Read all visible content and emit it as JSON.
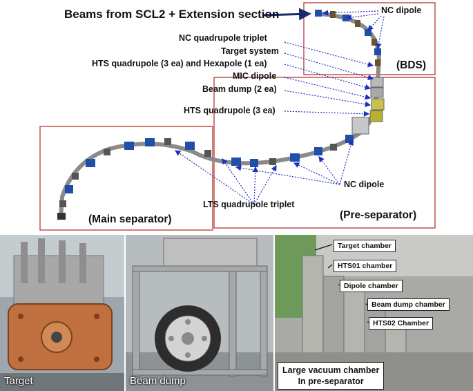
{
  "layout_labels": {
    "beams_from": "Beams from SCL2 + Extension section",
    "nc_dipole_top": "NC dipole",
    "nc_quad_triplet": "NC quadrupole triplet",
    "target_system": "Target system",
    "hts_quad_hexapole": "HTS quadrupole (3 ea) and Hexapole (1 ea)",
    "mic_dipole": "MIC dipole",
    "beam_dump_2": "Beam dump (2 ea)",
    "hts_quad_3": "HTS quadrupole (3 ea)",
    "nc_dipole_bottom": "NC dipole",
    "lts_quad_triplet": "LTS quadrupole triplet"
  },
  "sections": {
    "bds": "(BDS)",
    "main_separator": "(Main separator)",
    "pre_separator": "(Pre-separator)"
  },
  "photos": {
    "target": {
      "caption": "Target"
    },
    "beam_dump": {
      "caption": "Beam dump"
    },
    "chamber": {
      "labels": [
        "Target chamber",
        "HTS01 chamber",
        "Dipole chamber",
        "Beam dump chamber",
        "HTS02 Chamber"
      ],
      "caption_line1": "Large vacuum chamber",
      "caption_line2": "In pre-separator"
    }
  },
  "colors": {
    "box_red": "#c0504d",
    "arrow_blue": "#1f2fbf",
    "magnet_blue": "#1f4fa8"
  }
}
